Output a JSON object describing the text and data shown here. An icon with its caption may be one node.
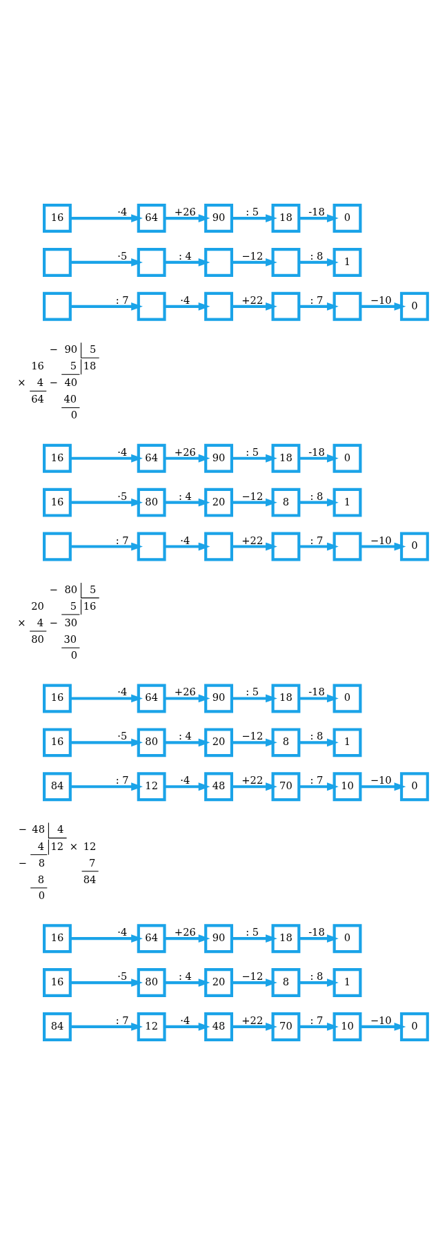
{
  "diagram": {
    "nodes": [
      {
        "text": [
          "16"
        ]
      },
      {
        "text": [
          "64"
        ]
      },
      {
        "text": [
          "90"
        ]
      },
      {
        "text": [
          "18"
        ]
      },
      {
        "text": [
          "0"
        ]
      },
      {
        "text": [],
        "shape": "box"
      },
      {
        "text": [],
        "shape": "box"
      },
      {
        "text": [],
        "shape": "box"
      },
      {
        "text": [],
        "shape": "box"
      },
      {
        "text": [
          "1"
        ]
      },
      {
        "text": [],
        "shape": "box"
      },
      {
        "text": [],
        "shape": "box"
      },
      {
        "text": [],
        "shape": "box"
      },
      {
        "text": [],
        "shape": "box"
      },
      {
        "text": [],
        "shape": "box"
      },
      {
        "text": [
          "0"
        ]
      },
      {
        "text": [
          "16"
        ]
      },
      {
        "text": [
          "64"
        ]
      },
      {
        "text": [
          "90"
        ]
      },
      {
        "text": [
          "18"
        ]
      },
      {
        "text": [
          "0"
        ]
      },
      {
        "text": [
          "16"
        ]
      },
      {
        "text": [
          "80"
        ]
      },
      {
        "text": [
          "20"
        ]
      },
      {
        "text": [
          "8"
        ]
      },
      {
        "text": [
          "1"
        ]
      },
      {
        "text": [],
        "shape": "box"
      },
      {
        "text": [],
        "shape": "box"
      },
      {
        "text": [],
        "shape": "box"
      },
      {
        "text": [],
        "shape": "box"
      },
      {
        "text": [],
        "shape": "box"
      },
      {
        "text": [
          "0"
        ]
      },
      {
        "text": [
          "16"
        ]
      },
      {
        "text": [
          "64"
        ]
      },
      {
        "text": [
          "90"
        ]
      },
      {
        "text": [
          "18"
        ]
      },
      {
        "text": [
          "0"
        ]
      },
      {
        "text": [
          "16"
        ]
      },
      {
        "text": [
          "80"
        ]
      },
      {
        "text": [
          "20"
        ]
      },
      {
        "text": [
          "8"
        ]
      },
      {
        "text": [
          "1"
        ]
      },
      {
        "text": [
          "84"
        ]
      },
      {
        "text": [
          "12"
        ]
      },
      {
        "text": [
          "48"
        ]
      },
      {
        "text": [
          "70"
        ]
      },
      {
        "text": [
          "10"
        ]
      },
      {
        "text": [
          "0"
        ]
      },
      {
        "text": [
          "16"
        ]
      },
      {
        "text": [
          "64"
        ]
      },
      {
        "text": [
          "90"
        ]
      },
      {
        "text": [
          "18"
        ]
      },
      {
        "text": [
          "0"
        ]
      },
      {
        "text": [
          "16"
        ]
      },
      {
        "text": [
          "80"
        ]
      },
      {
        "text": [
          "20"
        ]
      },
      {
        "text": [
          "8"
        ]
      },
      {
        "text": [
          "1"
        ]
      },
      {
        "text": [
          "84"
        ]
      },
      {
        "text": [
          "12"
        ]
      },
      {
        "text": [
          "48"
        ]
      },
      {
        "text": [
          "70"
        ]
      },
      {
        "text": [
          "10"
        ]
      },
      {
        "text": [
          "0"
        ]
      }
    ],
    "edges": [
      {
        "from": 0,
        "to": 1,
        "arrow": "to",
        "label": "·4"
      },
      {
        "from": 1,
        "to": 2,
        "arrow": "to",
        "label": "+26"
      },
      {
        "from": 2,
        "to": 3,
        "arrow": "to",
        "label": ": 5"
      },
      {
        "from": 3,
        "to": 4,
        "arrow": "to",
        "label": "-18"
      },
      {
        "from": 5,
        "to": 6,
        "arrow": "to",
        "label": "·5"
      },
      {
        "from": 6,
        "to": 7,
        "arrow": "to",
        "label": ": 4"
      },
      {
        "from": 7,
        "to": 8,
        "arrow": "to",
        "label": "−12"
      },
      {
        "from": 8,
        "to": 9,
        "arrow": "to",
        "label": ": 8"
      },
      {
        "from": 10,
        "to": 11,
        "arrow": "to",
        "label": ": 7"
      },
      {
        "from": 11,
        "to": 12,
        "arrow": "to",
        "label": "·4"
      },
      {
        "from": 12,
        "to": 13,
        "arrow": "to",
        "label": "+22"
      },
      {
        "from": 13,
        "to": 14,
        "arrow": "to",
        "label": ": 7"
      },
      {
        "from": 14,
        "to": 15,
        "arrow": "to",
        "label": "−10"
      },
      {
        "from": 16,
        "to": 17,
        "arrow": "to",
        "label": "·4"
      },
      {
        "from": 17,
        "to": 18,
        "arrow": "to",
        "label": "+26"
      },
      {
        "from": 18,
        "to": 19,
        "arrow": "to",
        "label": ": 5"
      },
      {
        "from": 19,
        "to": 20,
        "arrow": "to",
        "label": "-18"
      },
      {
        "from": 21,
        "to": 22,
        "arrow": "to",
        "label": "·5"
      },
      {
        "from": 22,
        "to": 23,
        "arrow": "to",
        "label": ": 4"
      },
      {
        "from": 23,
        "to": 24,
        "arrow": "to",
        "label": "−12"
      },
      {
        "from": 24,
        "to": 25,
        "arrow": "to",
        "label": ": 8"
      },
      {
        "from": 26,
        "to": 27,
        "arrow": "to",
        "label": ": 7"
      },
      {
        "from": 27,
        "to": 28,
        "arrow": "to",
        "label": "·4"
      },
      {
        "from": 28,
        "to": 29,
        "arrow": "to",
        "label": "+22"
      },
      {
        "from": 29,
        "to": 30,
        "arrow": "to",
        "label": ": 7"
      },
      {
        "from": 30,
        "to": 31,
        "arrow": "to",
        "label": "−10"
      },
      {
        "from": 32,
        "to": 33,
        "arrow": "to",
        "label": "·4"
      },
      {
        "from": 33,
        "to": 34,
        "arrow": "to",
        "label": "+26"
      },
      {
        "from": 34,
        "to": 35,
        "arrow": "to",
        "label": ": 5"
      },
      {
        "from": 35,
        "to": 36,
        "arrow": "to",
        "label": "-18"
      },
      {
        "from": 37,
        "to": 38,
        "arrow": "to",
        "label": "·5"
      },
      {
        "from": 38,
        "to": 39,
        "arrow": "to",
        "label": ": 4"
      },
      {
        "from": 39,
        "to": 40,
        "arrow": "to",
        "label": "−12"
      },
      {
        "from": 40,
        "to": 41,
        "arrow": "to",
        "label": ": 8"
      },
      {
        "from": 42,
        "to": 43,
        "arrow": "to",
        "label": ": 7"
      },
      {
        "from": 43,
        "to": 44,
        "arrow": "to",
        "label": "·4"
      },
      {
        "from": 44,
        "to": 45,
        "arrow": "to",
        "label": "+22"
      },
      {
        "from": 45,
        "to": 46,
        "arrow": "to",
        "label": ": 7"
      },
      {
        "from": 46,
        "to": 47,
        "arrow": "to",
        "label": "−10"
      },
      {
        "from": 48,
        "to": 49,
        "arrow": "to",
        "label": "·4"
      },
      {
        "from": 49,
        "to": 50,
        "arrow": "to",
        "label": "+26"
      },
      {
        "from": 50,
        "to": 51,
        "arrow": "to",
        "label": ": 5"
      },
      {
        "from": 51,
        "to": 52,
        "arrow": "to",
        "label": "-18"
      },
      {
        "from": 53,
        "to": 54,
        "arrow": "to",
        "label": "·5"
      },
      {
        "from": 54,
        "to": 55,
        "arrow": "to",
        "label": ": 4"
      },
      {
        "from": 55,
        "to": 56,
        "arrow": "to",
        "label": "−12"
      },
      {
        "from": 56,
        "to": 57,
        "arrow": "to",
        "label": ": 8"
      },
      {
        "from": 58,
        "to": 59,
        "arrow": "to",
        "label": ": 7"
      },
      {
        "from": 59,
        "to": 60,
        "arrow": "to",
        "label": "·4"
      },
      {
        "from": 60,
        "to": 61,
        "arrow": "to",
        "label": "+22"
      },
      {
        "from": 61,
        "to": 62,
        "arrow": "to",
        "label": ": 7"
      },
      {
        "from": 62,
        "to": 63,
        "arrow": "to",
        "label": "−10"
      }
    ],
    "labels": [
      "−",
      "90",
      "5",
      "16",
      "5",
      "18",
      "×",
      "4",
      "−",
      "40",
      "64",
      "40",
      "0",
      "−",
      "80",
      "5",
      "20",
      "5",
      "16",
      "×",
      "4",
      "−",
      "30",
      "80",
      "30",
      "0",
      "−",
      "48",
      "4",
      "4",
      "12",
      "×",
      "12",
      "−",
      "8",
      "7",
      "8",
      "84",
      "0"
    ]
  }
}
